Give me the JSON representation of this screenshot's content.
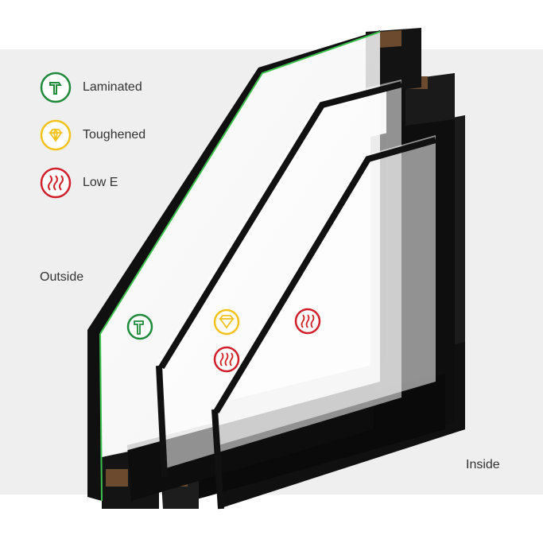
{
  "legend": {
    "items": [
      {
        "label": "Laminated",
        "icon": "hammer-icon",
        "color": "#1e8a3a"
      },
      {
        "label": "Toughened",
        "icon": "diamond-icon",
        "color": "#f2c21b"
      },
      {
        "label": "Low E",
        "icon": "heat-waves-icon",
        "color": "#d0202a"
      }
    ]
  },
  "labels": {
    "outside": "Outside",
    "inside": "Inside"
  },
  "colors": {
    "frame": "#151515",
    "glass_edge": "#3ec24f",
    "background": "#efefef"
  }
}
